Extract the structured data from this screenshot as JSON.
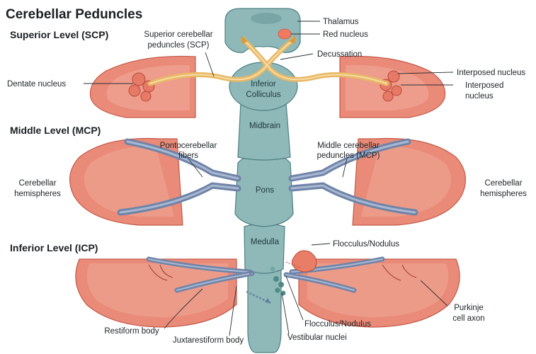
{
  "title": "Cerebellar Peduncles",
  "levels": {
    "superior": "Superior Level (SCP)",
    "middle": "Middle Level (MCP)",
    "inferior": "Inferior Level (ICP)"
  },
  "labels": {
    "thalamus": "Thalamus",
    "red_nucleus": "Red nucleus",
    "superior_peduncles_1": "Superior cerebellar",
    "superior_peduncles_2": "peduncles (SCP)",
    "decussation": "Decussation",
    "dentate_nucleus": "Dentate nucleus",
    "interposed_nucleus_right": "Interposed nucleus",
    "interposed_nucleus_2a": "Interposed",
    "interposed_nucleus_2b": "nucleus",
    "inferior_colliculus_1": "Inferior",
    "inferior_colliculus_2": "Colliculus",
    "midbrain": "Midbrain",
    "pontocerebellar_1": "Pontocerebellar",
    "pontocerebellar_2": "fibers",
    "mcp_1": "Middle cerebellar",
    "mcp_2": "peduncles (MCP)",
    "hemispheres_left_1": "Cerebellar",
    "hemispheres_left_2": "hemispheres",
    "hemispheres_right_1": "Cerebellar",
    "hemispheres_right_2": "hemispheres",
    "pons": "Pons",
    "medulla": "Medulla",
    "flocculus_nodulus_top": "Flocculus/Nodulus",
    "flocculus_nodulus_bottom": "Flocculus/Nodulus",
    "purkinje_1": "Purkinje",
    "purkinje_2": "cell axon",
    "restiform_body": "Restiform body",
    "juxtarestiform_body": "Juxtarestiform body",
    "vestibular_nuclei": "Vestibular nuclei"
  },
  "colors": {
    "brainstem": "#8fb8b8",
    "cerebellum": "#ea8a78",
    "mcp_fibers": "#6f84a8",
    "scp_fibers": "#e8b866",
    "red_nucleus": "#f07a60"
  }
}
